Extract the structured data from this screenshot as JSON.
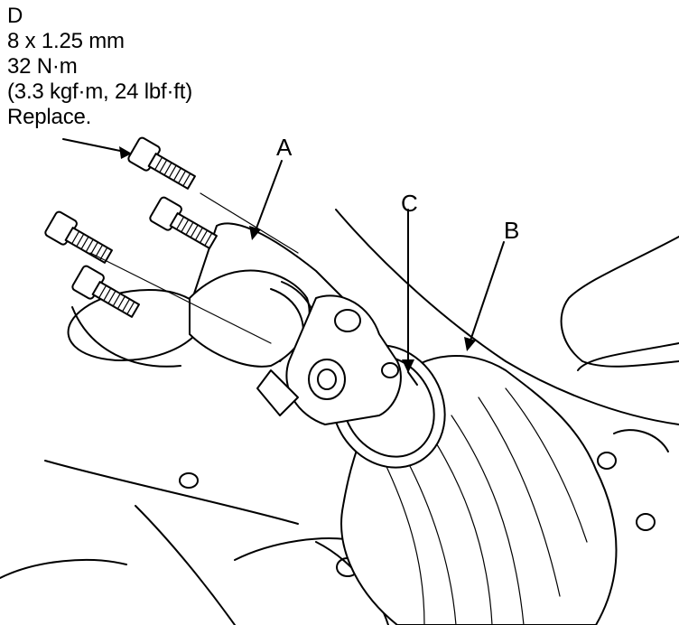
{
  "spec": {
    "label": "D",
    "size": "8 x 1.25 mm",
    "torque": "32 N·m",
    "torque_alt": "(3.3 kgf·m, 24 lbf·ft)",
    "note": "Replace."
  },
  "callouts": {
    "a": "A",
    "b": "B",
    "c": "C"
  }
}
